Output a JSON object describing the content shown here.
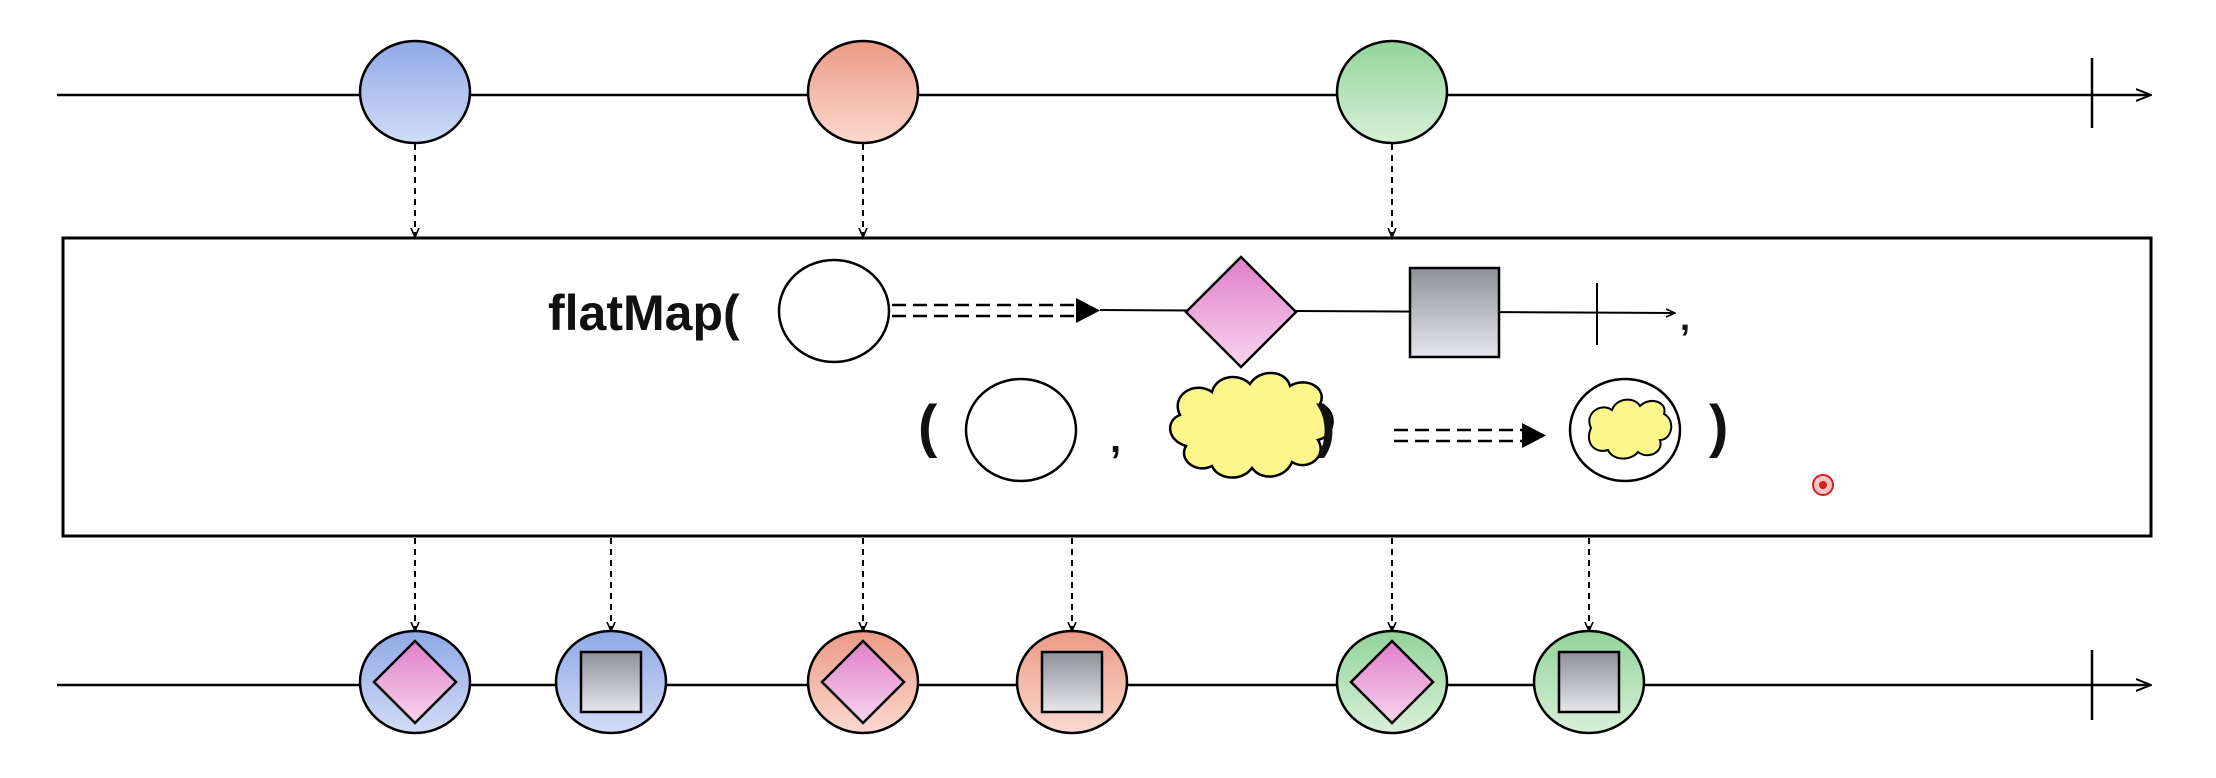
{
  "operator": {
    "label": "flatMap(",
    "open_paren": "(",
    "comma": ",",
    "close_paren": ")",
    "result_close_paren": ")",
    "trailing_comma": ","
  },
  "source_stream": {
    "items": [
      {
        "color": "blue"
      },
      {
        "color": "red"
      },
      {
        "color": "green"
      }
    ],
    "completed": true
  },
  "output_stream": {
    "items": [
      {
        "color": "blue",
        "shape": "diamond"
      },
      {
        "color": "blue",
        "shape": "square"
      },
      {
        "color": "red",
        "shape": "diamond"
      },
      {
        "color": "red",
        "shape": "square"
      },
      {
        "color": "green",
        "shape": "diamond"
      },
      {
        "color": "green",
        "shape": "square"
      }
    ],
    "completed": true
  },
  "colors": {
    "blue_top": "#8fa8e6",
    "blue_bottom": "#d2dcf6",
    "red_top": "#ec9a86",
    "red_bottom": "#fbd9cf",
    "green_top": "#93d39a",
    "green_bottom": "#d8f0d9",
    "diamond_top": "#e07fc8",
    "diamond_bottom": "#f7d5ee",
    "square_top": "#8e9199",
    "square_bottom": "#e6e7ec",
    "cloud": "#fbf78d",
    "cursor": "#d61f1f"
  }
}
